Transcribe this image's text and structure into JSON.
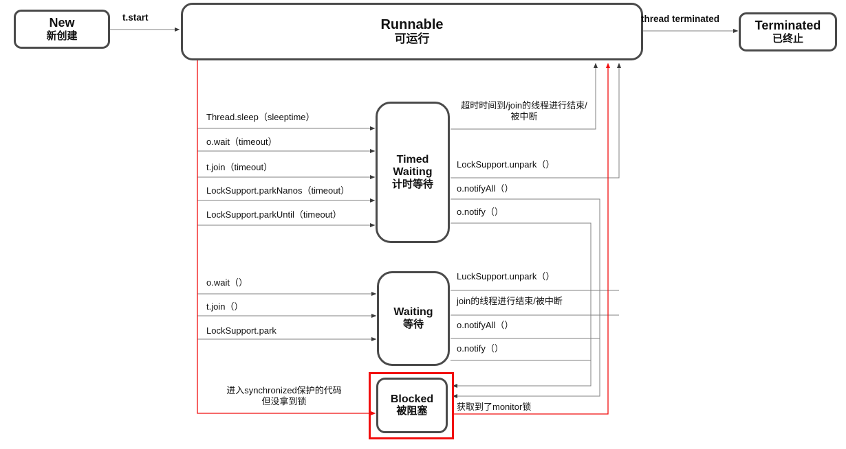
{
  "diagram_title": "Java thread state transition diagram",
  "colors": {
    "accent_red": "#f10e0e",
    "line_gray": "#828282",
    "box_border": "#4a4a4a"
  },
  "states": {
    "new": {
      "en": "New",
      "zh": "新创建"
    },
    "runnable": {
      "en": "Runnable",
      "zh": "可运行"
    },
    "timed_waiting": {
      "en": "Timed\nWaiting",
      "zh": "计时等待"
    },
    "waiting": {
      "en": "Waiting",
      "zh": "等待"
    },
    "blocked": {
      "en": "Blocked",
      "zh": "被阻塞"
    },
    "terminated": {
      "en": "Terminated",
      "zh": "已终止"
    }
  },
  "transitions": {
    "t_start": "t.start",
    "thread_terminated": "thread terminated",
    "runnable_to_timed_waiting": [
      "Thread.sleep（sleeptime）",
      "o.wait（timeout）",
      "t.join（timeout）",
      "LockSupport.parkNanos（timeout）",
      "LockSupport.parkUntil（timeout）"
    ],
    "timed_waiting_timeout": "超时时间到/join的线程进行结束/\n被中断",
    "timed_waiting_unpark": "LockSupport.unpark（）",
    "timed_waiting_notify_all": "o.notifyAll（）",
    "timed_waiting_notify": "o.notify（）",
    "runnable_to_waiting": [
      "o.wait（）",
      "t.join（）",
      "LockSupport.park"
    ],
    "waiting_unpark": "LuckSupport.unpark（）",
    "waiting_join_end": "join的线程进行结束/被中断",
    "waiting_notify_all": "o.notifyAll（）",
    "waiting_notify": "o.notify（）",
    "runnable_to_blocked": "进入synchronized保护的代码\n但没拿到锁",
    "blocked_to_runnable": "获取到了monitor锁"
  }
}
